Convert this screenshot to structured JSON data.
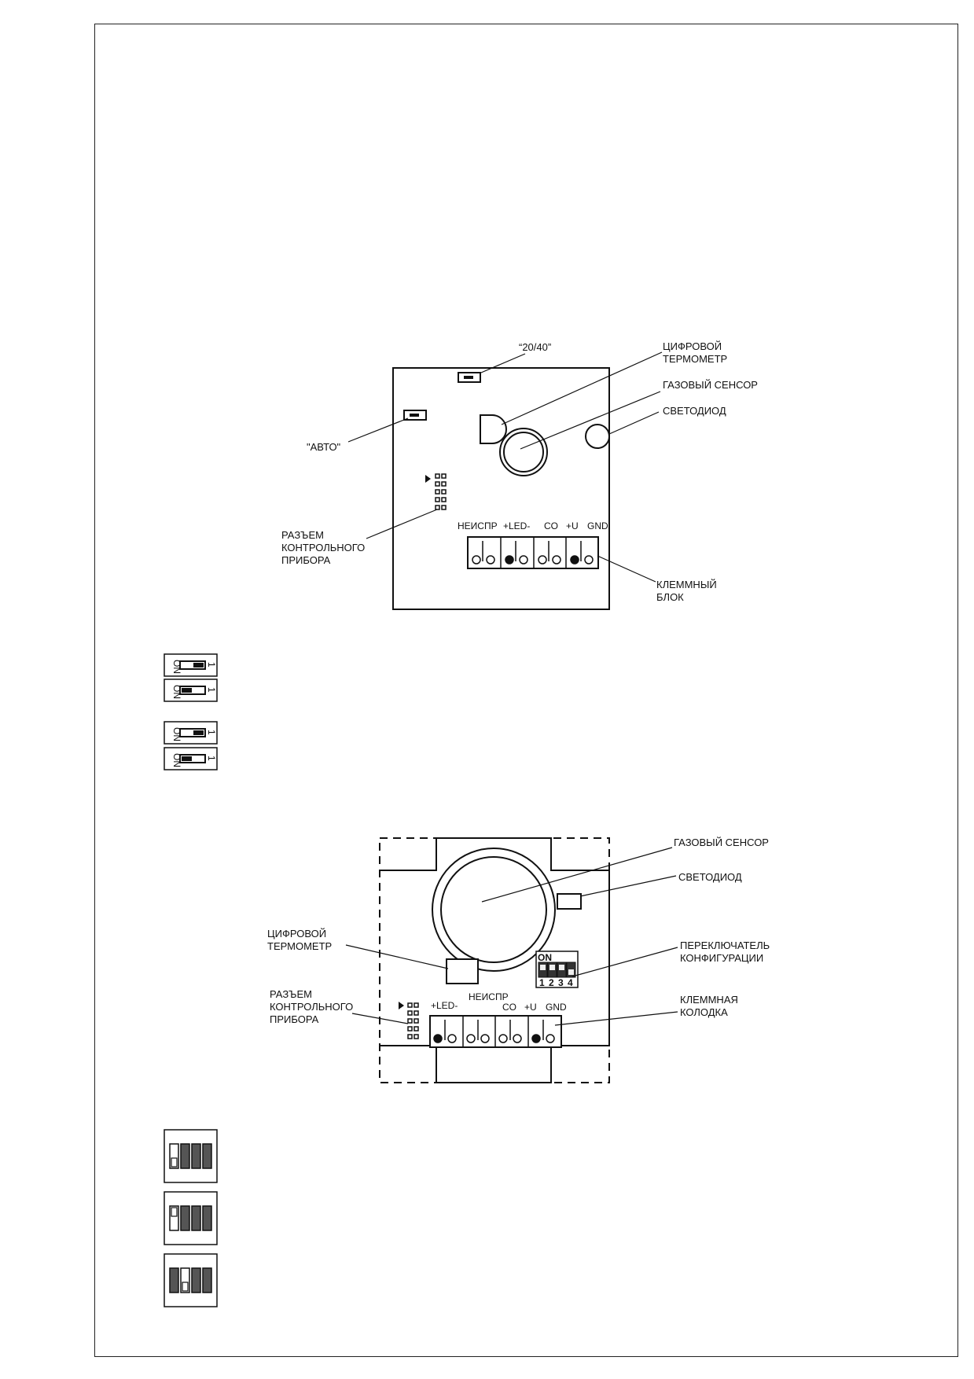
{
  "diagram1": {
    "label_20_40": "“20/40”",
    "label_auto": "\"АВТО\"",
    "label_digital_thermometer_1": "ЦИФРОВОЙ",
    "label_digital_thermometer_2": "ТЕРМОМЕТР",
    "label_gas_sensor": "ГАЗОВЫЙ СЕНСОР",
    "label_led": "СВЕТОДИОД",
    "label_connector_1": "РАЗЪЕМ",
    "label_connector_2": "КОНТРОЛЬНОГО",
    "label_connector_3": "ПРИБОРА",
    "label_terminal_block_1": "КЛЕММНЫЙ",
    "label_terminal_block_2": "БЛОК",
    "terminal_labels": [
      "НЕИСПР",
      "+LED-",
      "CO",
      "+U",
      "GND"
    ]
  },
  "dip_icons_1": {
    "on_text": "ON",
    "one_text": "1"
  },
  "diagram2": {
    "label_gas_sensor": "ГАЗОВЫЙ СЕНСОР",
    "label_led": "СВЕТОДИОД",
    "label_digital_thermometer_1": "ЦИФРОВОЙ",
    "label_digital_thermometer_2": "ТЕРМОМЕТР",
    "label_config_switch_1": "ПЕРЕКЛЮЧАТЕЛЬ",
    "label_config_switch_2": "КОНФИГУРАЦИИ",
    "label_connector_1": "РАЗЪЕМ",
    "label_connector_2": "КОНТРОЛЬНОГО",
    "label_connector_3": "ПРИБОРА",
    "label_terminal_block_1": "КЛЕММНАЯ",
    "label_terminal_block_2": "КОЛОДКА",
    "terminal_label_led": "+LED-",
    "terminal_label_fault": "НЕИСПР",
    "terminal_label_co": "CO",
    "terminal_label_u": "+U",
    "terminal_label_gnd": "GND",
    "switch_on": "ON",
    "switch_numbers": [
      "1",
      "2",
      "3",
      "4"
    ]
  }
}
